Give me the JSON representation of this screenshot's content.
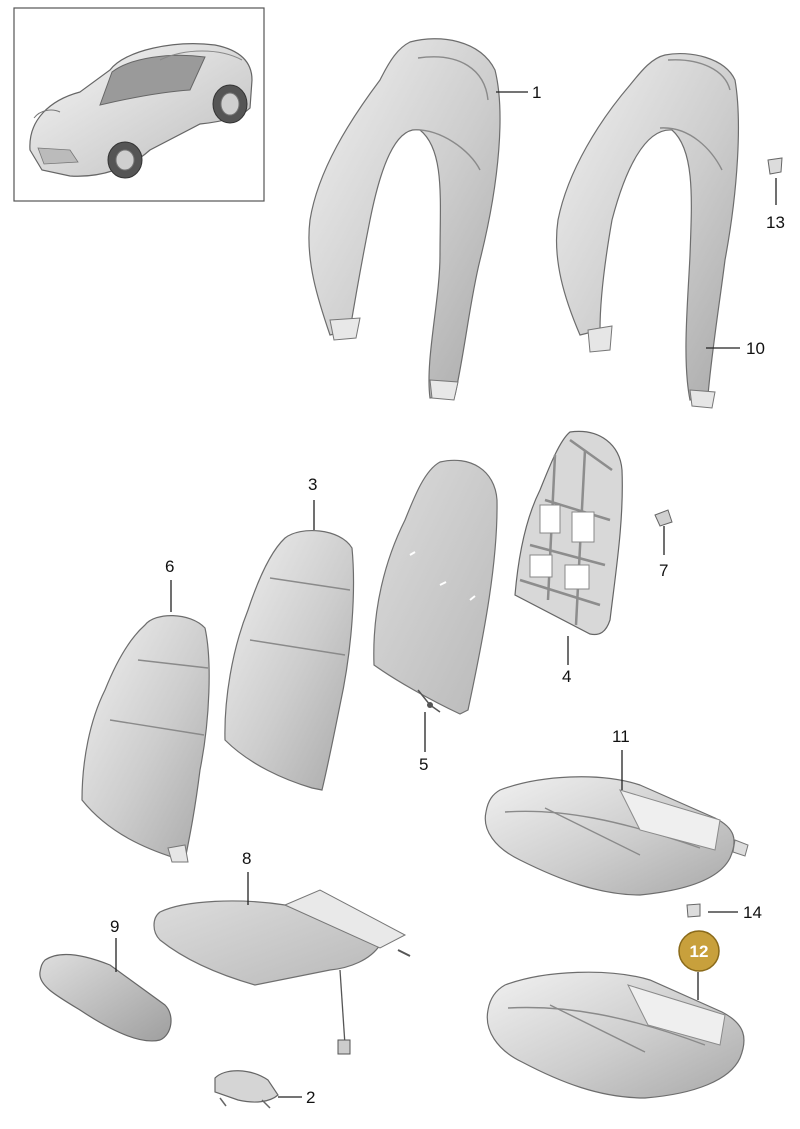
{
  "diagram": {
    "selected_callout": "12",
    "badge_color": "#c8a03c",
    "inset": "car-thumbnail",
    "callouts": [
      {
        "id": "c1",
        "label": "1"
      },
      {
        "id": "c2",
        "label": "2"
      },
      {
        "id": "c3",
        "label": "3"
      },
      {
        "id": "c4",
        "label": "4"
      },
      {
        "id": "c5",
        "label": "5"
      },
      {
        "id": "c6",
        "label": "6"
      },
      {
        "id": "c7",
        "label": "7"
      },
      {
        "id": "c8",
        "label": "8"
      },
      {
        "id": "c9",
        "label": "9"
      },
      {
        "id": "c10",
        "label": "10"
      },
      {
        "id": "c11",
        "label": "11"
      },
      {
        "id": "c12",
        "label": "12"
      },
      {
        "id": "c13",
        "label": "13"
      },
      {
        "id": "c14",
        "label": "14"
      }
    ]
  }
}
